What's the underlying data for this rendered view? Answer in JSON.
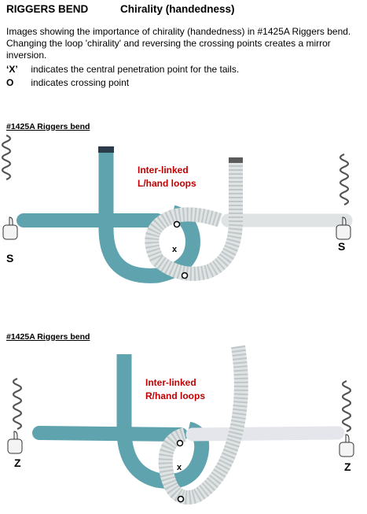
{
  "header": {
    "title_left": "RIGGERS BEND",
    "title_right": "Chirality (handedness)"
  },
  "intro": {
    "text": "Images showing the importance of chirality (handedness) in #1425A Riggers bend. Changing the loop 'chirality' and reversing the crossing points creates a mirror inversion."
  },
  "legend": {
    "x_symbol": "‘X’",
    "x_desc": "indicates the central penetration point for the tails.",
    "o_symbol": "O",
    "o_desc": "indicates crossing point"
  },
  "figures": [
    {
      "section_title": "#1425A Riggers bend",
      "label_line1": "Inter-linked",
      "label_line2": "L/hand loops",
      "left_letter": "S",
      "right_letter": "S",
      "center_mark": "x"
    },
    {
      "section_title": "#1425A Riggers bend",
      "label_line1": "Inter-linked",
      "label_line2": "R/hand loops",
      "left_letter": "Z",
      "right_letter": "Z",
      "center_mark": "x"
    }
  ],
  "colors": {
    "teal_rope": "#5ea3ad",
    "teal_rope_dark": "#3f7f88",
    "white_rope": "#dfe3e4",
    "white_rope_dark": "#9aa4a6",
    "label_red": "#c00000"
  },
  "icons": [
    "thumbs-up-icon",
    "spiral-arrow-icon",
    "crossing-point-icon"
  ]
}
